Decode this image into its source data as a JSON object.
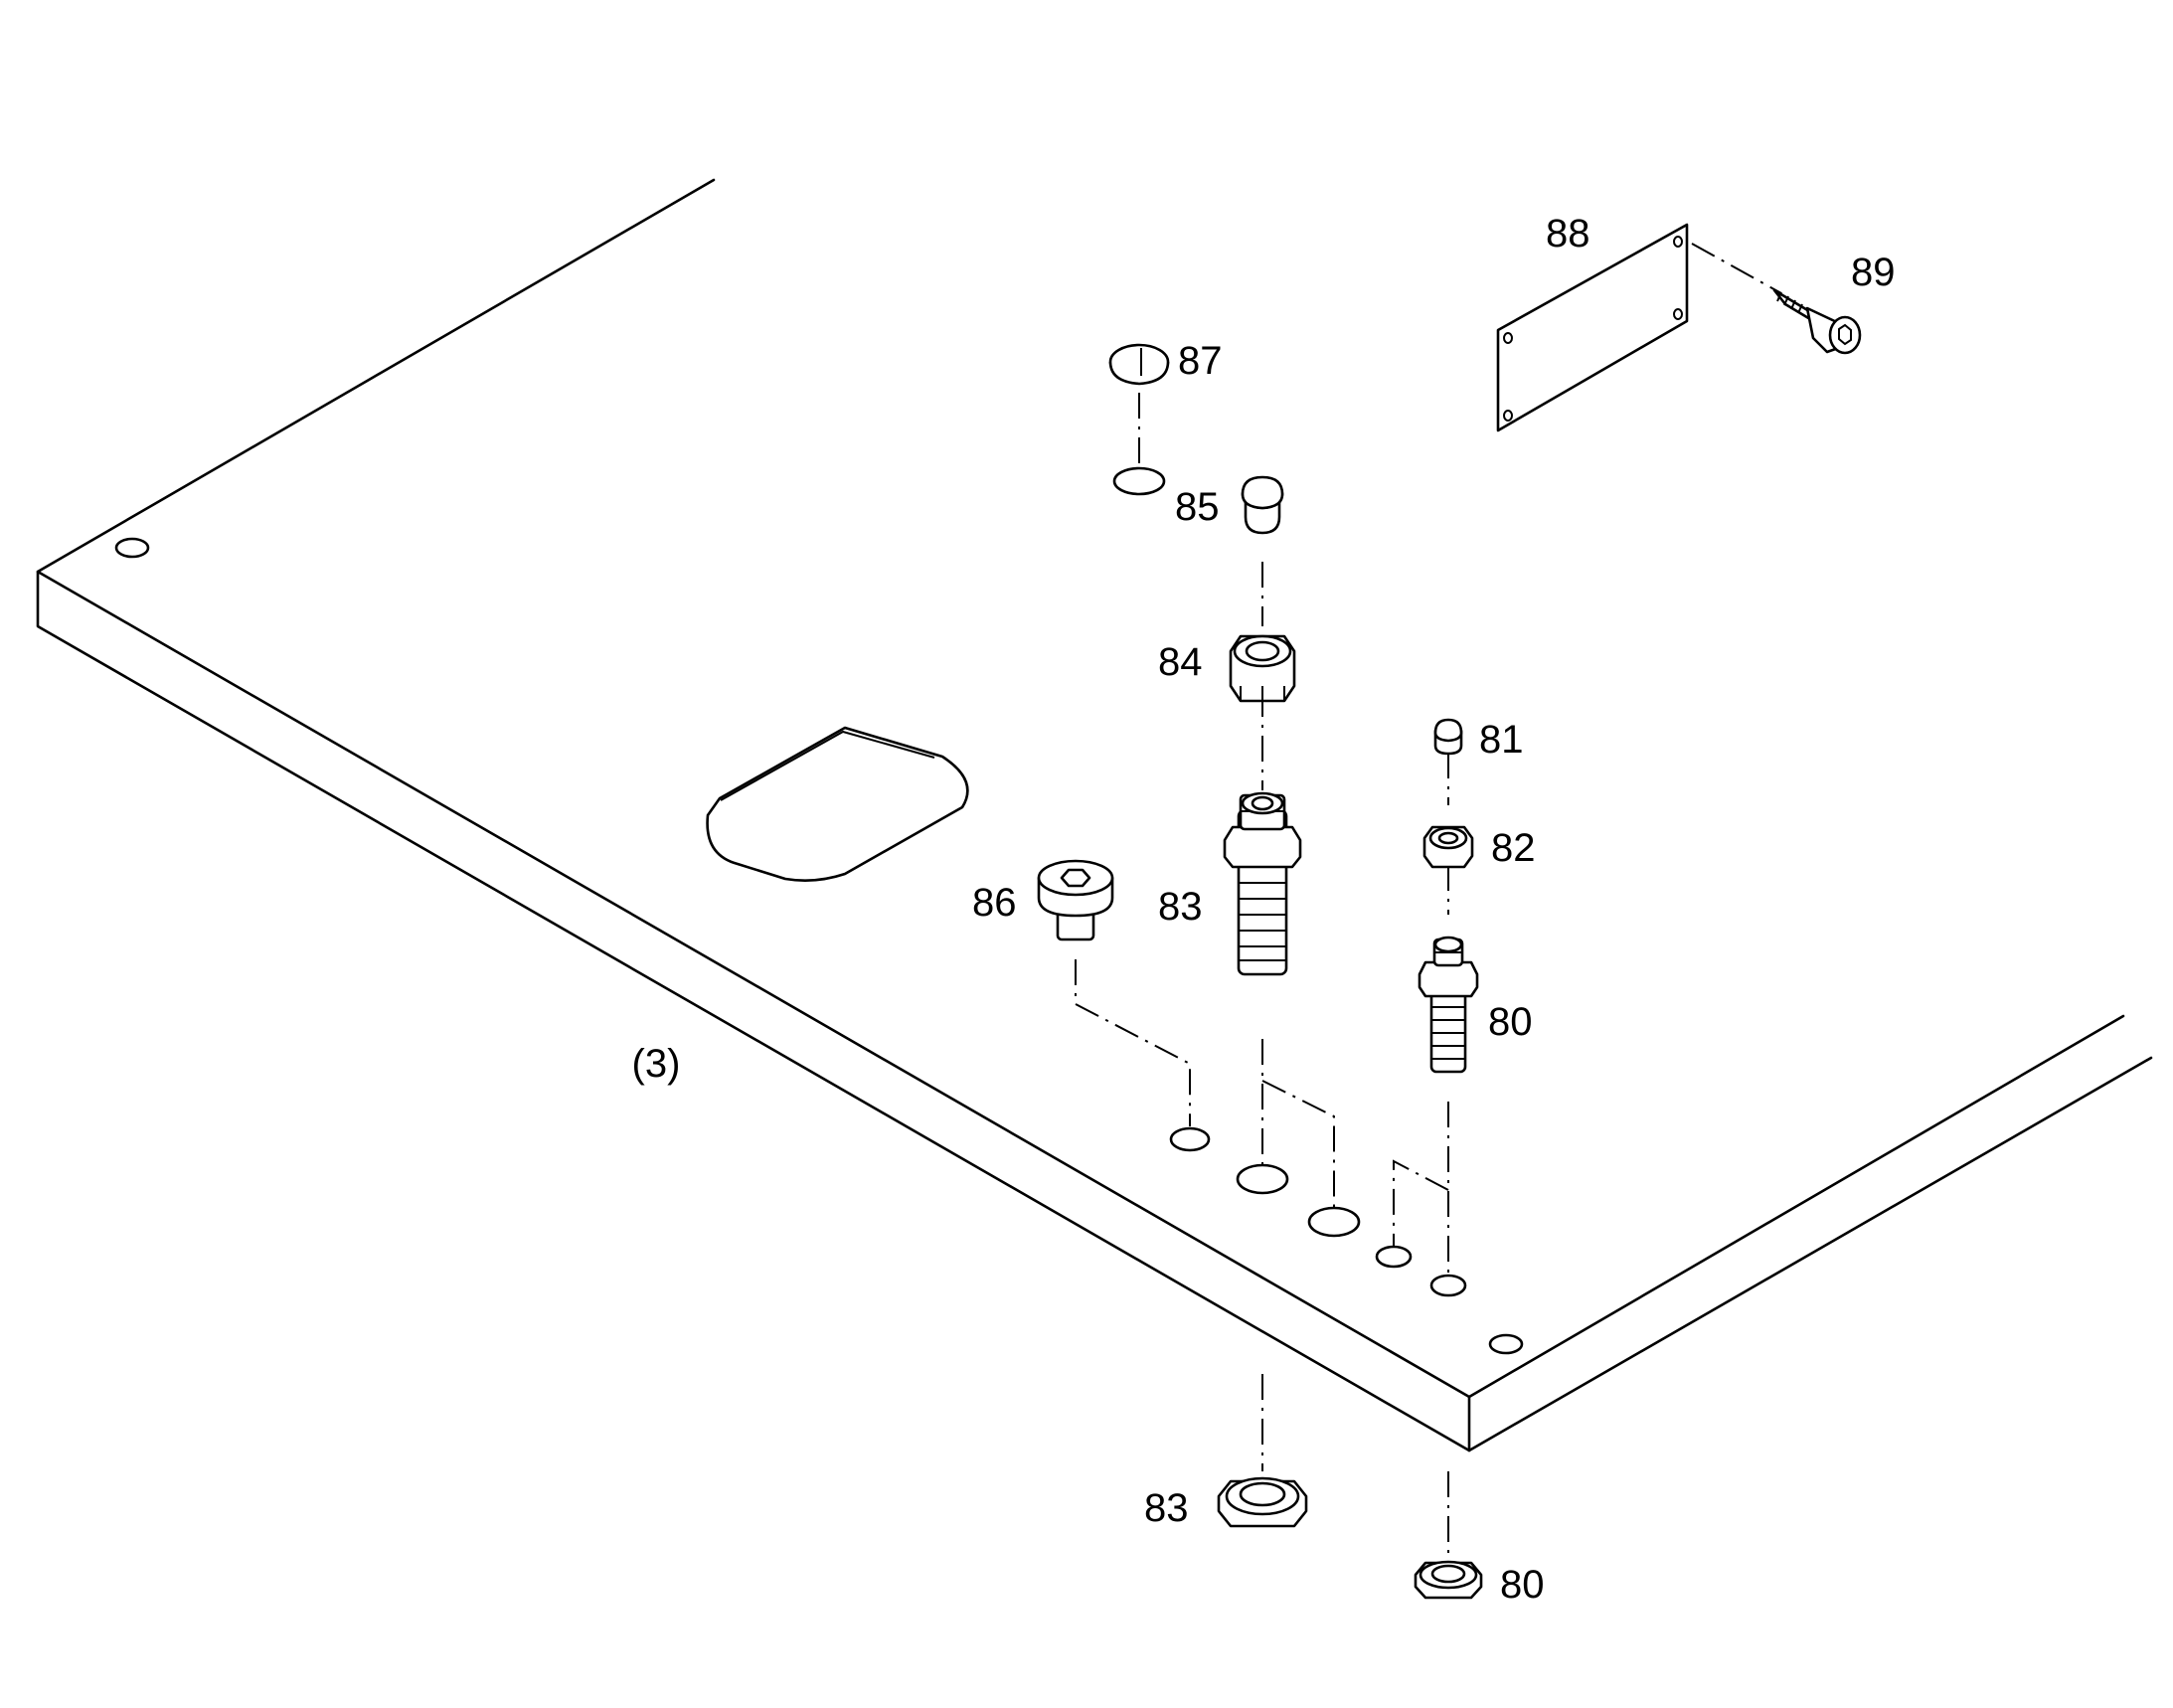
{
  "labels": {
    "plate": "(3)",
    "p80_top": "80",
    "p80_bottom": "80",
    "p81": "81",
    "p82": "82",
    "p83_top": "83",
    "p83_bottom": "83",
    "p84": "84",
    "p85": "85",
    "p86": "86",
    "p87": "87",
    "p88": "88",
    "p89": "89"
  }
}
